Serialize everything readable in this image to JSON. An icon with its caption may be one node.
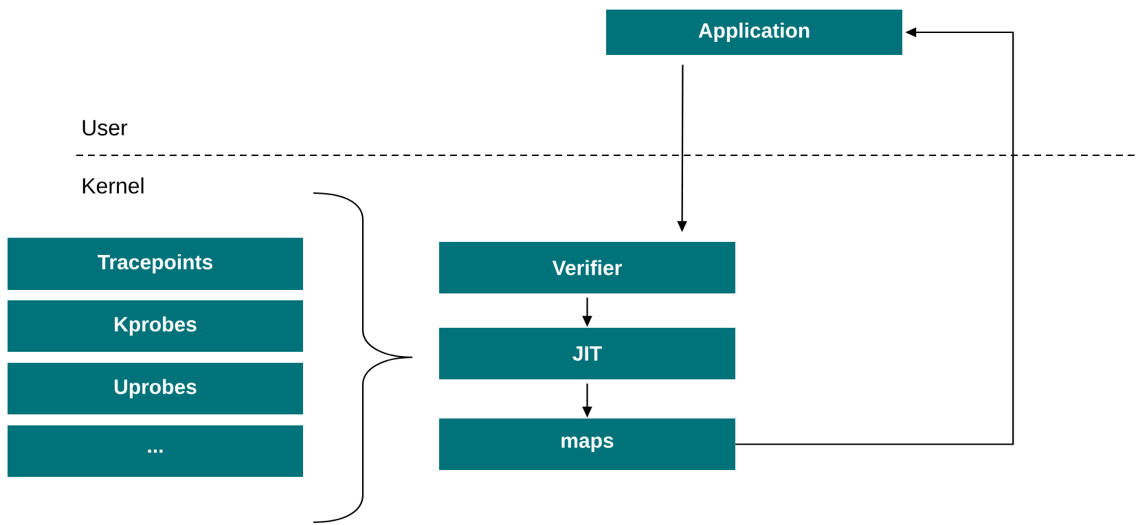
{
  "diagram": {
    "nodes": [
      {
        "text": [
          "Application"
        ]
      },
      {
        "text": [
          "Tracepoints"
        ]
      },
      {
        "text": [
          "Kprobes"
        ]
      },
      {
        "text": [
          "Uprobes"
        ]
      },
      {
        "text": [
          "..."
        ]
      },
      {
        "text": [
          "Verifier"
        ]
      },
      {
        "text": [
          "JIT"
        ]
      },
      {
        "text": [
          "maps"
        ]
      }
    ],
    "edges": [
      {
        "from": 0,
        "to": 5,
        "arrow": "to"
      },
      {
        "from": 5,
        "to": 6,
        "arrow": "to"
      },
      {
        "from": 6,
        "to": 7,
        "arrow": "to"
      },
      {
        "from": 7,
        "to": 0,
        "arrow": "to"
      }
    ],
    "labels": [
      "User",
      "Kernel"
    ]
  }
}
